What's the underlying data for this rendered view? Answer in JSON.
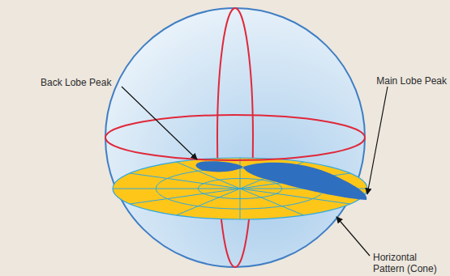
{
  "diagram": {
    "labels": [
      "Back Lobe Peak",
      "Main Lobe Peak",
      "Horizontal Pattern (Cone)"
    ]
  }
}
